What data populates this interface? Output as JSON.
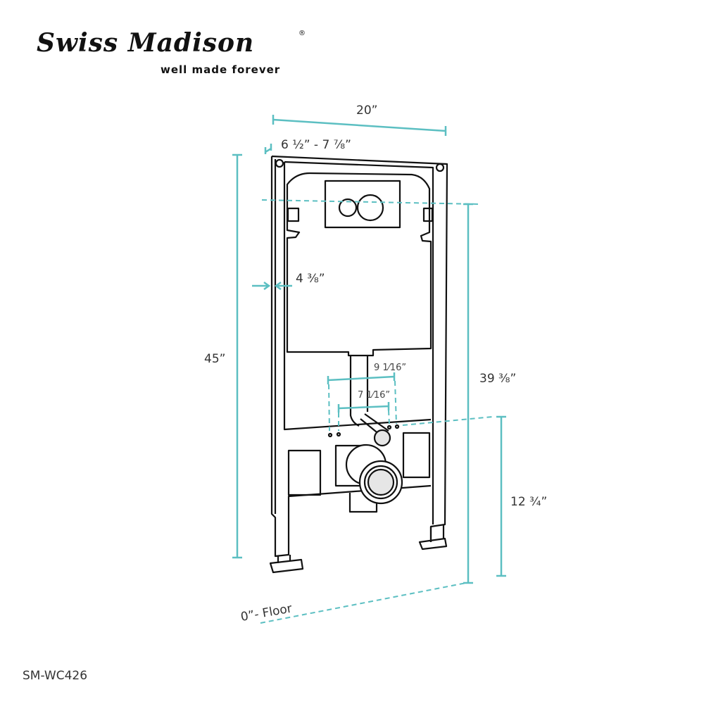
{
  "brand": {
    "name": "Swiss Madison",
    "registered": "®",
    "tagline": "well made forever"
  },
  "dimensions": {
    "width": "20”",
    "depth_range": "6 ½” - 7 ⅞”",
    "frame_offset": "4 ⅜”",
    "height": "45”",
    "actuator_height": "39 ⅜”",
    "outer_bolt_spacing": "9 1⁄16”",
    "inner_bolt_spacing": "7 1⁄16”",
    "outlet_height": "12 ¾”",
    "floor": "0”- Floor"
  },
  "model": "SM-WC426",
  "colors": {
    "dimension": "#5cbfc2",
    "line": "#111111"
  }
}
